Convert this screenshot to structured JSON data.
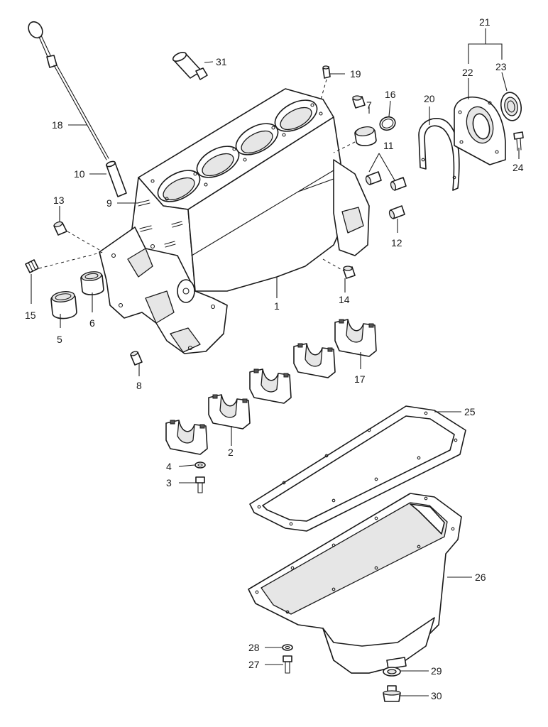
{
  "diagram": {
    "labels": {
      "l1": "1",
      "l2": "2",
      "l3": "3",
      "l4": "4",
      "l5": "5",
      "l6": "6",
      "l7": "7",
      "l8": "8",
      "l9": "9",
      "l10": "10",
      "l11": "11",
      "l12": "12",
      "l13": "13",
      "l14": "14",
      "l15": "15",
      "l16": "16",
      "l17": "17",
      "l18": "18",
      "l19": "19",
      "l20": "20",
      "l21": "21",
      "l22": "22",
      "l23": "23",
      "l24": "24",
      "l25": "25",
      "l26": "26",
      "l27": "27",
      "l28": "28",
      "l29": "29",
      "l30": "30",
      "l31": "31"
    }
  }
}
